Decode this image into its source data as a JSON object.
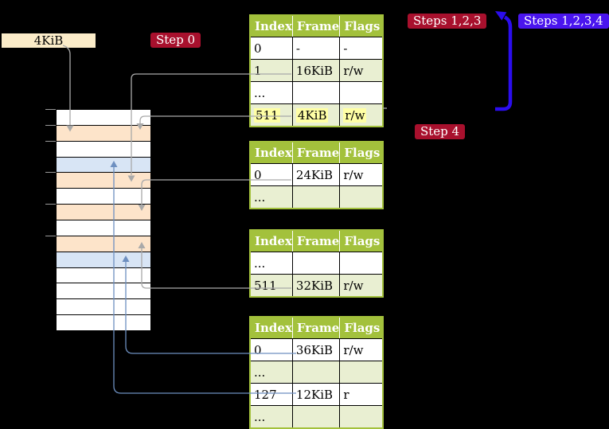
{
  "frame_label": "4KiB",
  "badges": {
    "step0": "Step 0",
    "steps123": "Steps 1,2,3",
    "steps1234": "Steps 1,2,3,4",
    "step4": "Step 4"
  },
  "colors": {
    "table_header_bg": "#a3c13c",
    "table_alt_row_bg": "#e9efd2",
    "highlight_yellow": "#ffffa5",
    "memory_orange_row": "#fde4ca",
    "memory_blue_row": "#d8e5f5",
    "red_badge_bg": "#a8102d",
    "blue_badge_bg": "#4a15ee",
    "big_arrow_blue": "#2b0dee",
    "gray_connector": "#a9a9a9",
    "blue_connector": "#6d8fc0",
    "frame_label_bg": "#fbecc9"
  },
  "tables": [
    {
      "headers": [
        "Index",
        "Frame",
        "Flags"
      ],
      "rows": [
        {
          "cells": [
            "0",
            "-",
            "-"
          ]
        },
        {
          "cells": [
            "1",
            "16KiB",
            "r/w"
          ]
        },
        {
          "cells": [
            "...",
            "",
            ""
          ]
        },
        {
          "cells": [
            "511",
            "4KiB",
            "r/w"
          ]
        }
      ]
    },
    {
      "headers": [
        "Index",
        "Frame",
        "Flags"
      ],
      "rows": [
        {
          "cells": [
            "0",
            "24KiB",
            "r/w"
          ]
        },
        {
          "cells": [
            "...",
            "",
            ""
          ]
        }
      ]
    },
    {
      "headers": [
        "Index",
        "Frame",
        "Flags"
      ],
      "rows": [
        {
          "cells": [
            "...",
            "",
            ""
          ]
        },
        {
          "cells": [
            "511",
            "32KiB",
            "r/w"
          ]
        }
      ]
    },
    {
      "headers": [
        "Index",
        "Frame",
        "Flags"
      ],
      "rows": [
        {
          "cells": [
            "0",
            "36KiB",
            "r/w"
          ]
        },
        {
          "cells": [
            "...",
            "",
            ""
          ]
        },
        {
          "cells": [
            "127",
            "12KiB",
            "r"
          ]
        },
        {
          "cells": [
            "...",
            "",
            ""
          ]
        }
      ]
    }
  ],
  "memory": {
    "row_pattern": [
      "white",
      "orange",
      "white",
      "blue",
      "orange",
      "white",
      "orange",
      "white",
      "orange",
      "blue",
      "white",
      "white",
      "white",
      "white"
    ]
  }
}
